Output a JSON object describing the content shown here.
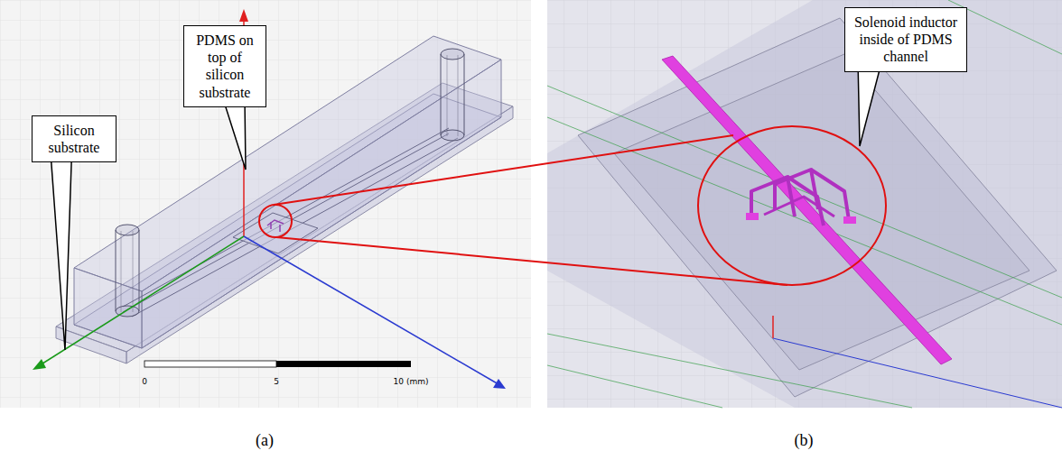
{
  "diagram": {
    "nodes": [
      {
        "text": [
          "PDMS on top of silicon substrate"
        ]
      },
      {
        "text": [
          "Silicon substrate"
        ]
      },
      {
        "text": [
          "Solenoid inductor inside of PDMS channel"
        ]
      }
    ],
    "labels": [
      "0",
      "5",
      "10 (mm)",
      "(a)",
      "(b)"
    ]
  }
}
